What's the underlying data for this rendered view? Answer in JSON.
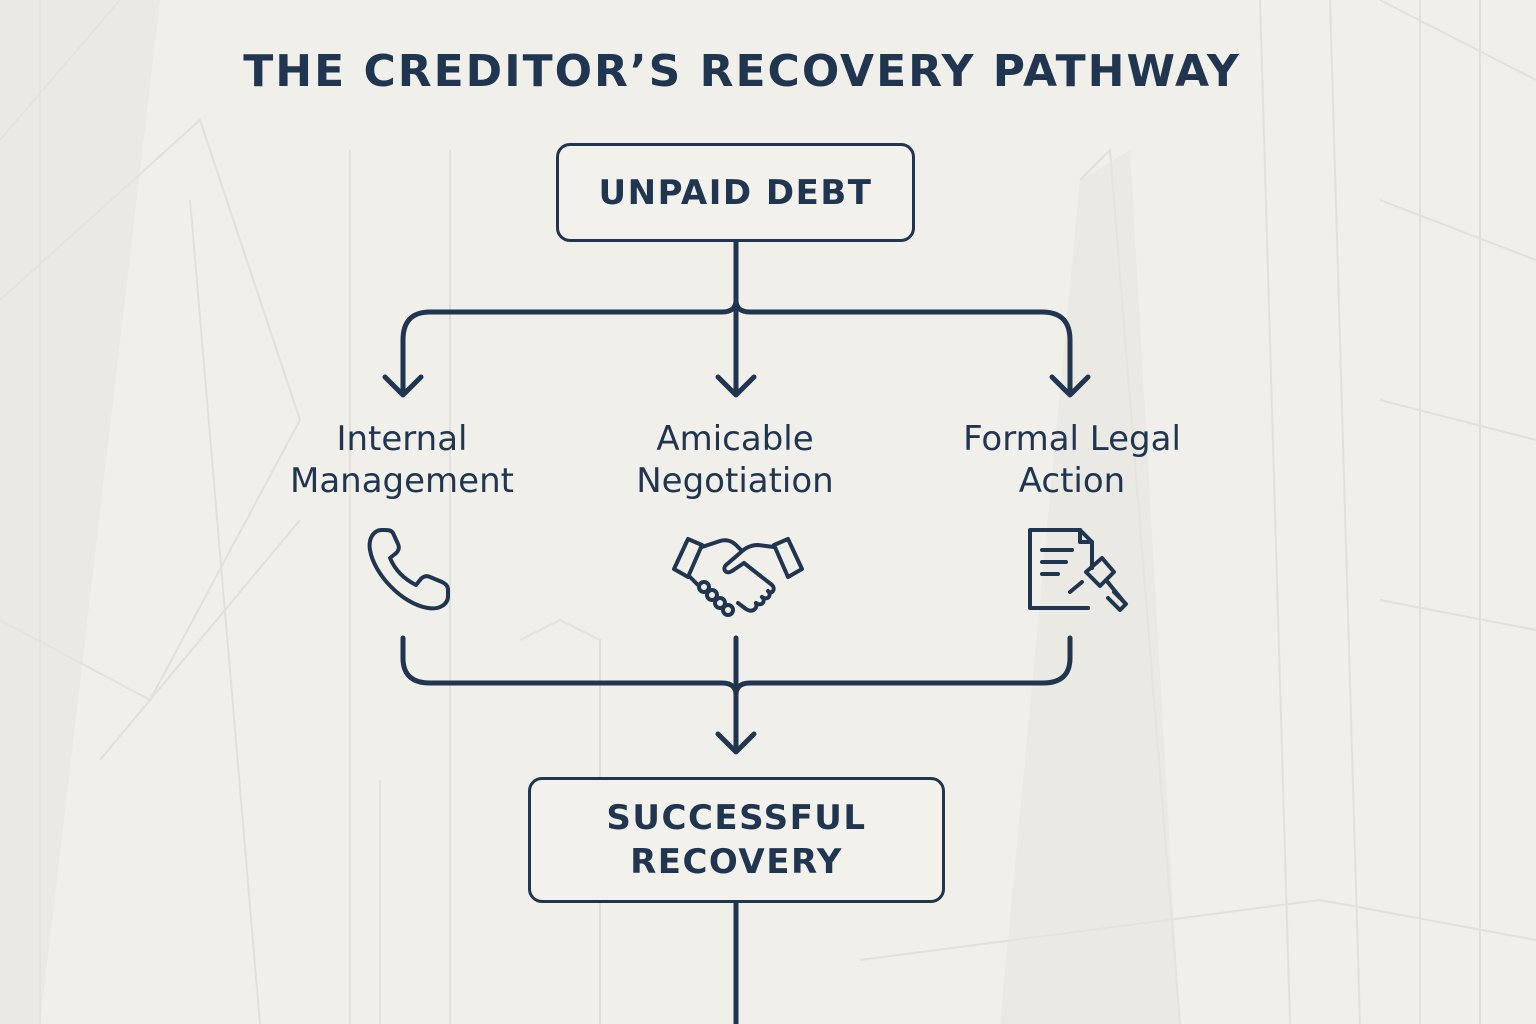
{
  "title": "THE CREDITOR’S RECOVERY PATHWAY",
  "start_node": {
    "label": "UNPAID DEBT"
  },
  "branches": [
    {
      "label": "Internal Management",
      "icon": "phone-icon"
    },
    {
      "label": "Amicable Negotiation",
      "icon": "handshake-icon"
    },
    {
      "label": "Formal Legal Action",
      "icon": "legal-document-gavel-icon"
    }
  ],
  "end_node": {
    "label": "SUCCESSFUL RECOVERY"
  },
  "colors": {
    "background": "#f1efea",
    "ink": "#1f3550",
    "watermark": "#e2dfd8"
  }
}
